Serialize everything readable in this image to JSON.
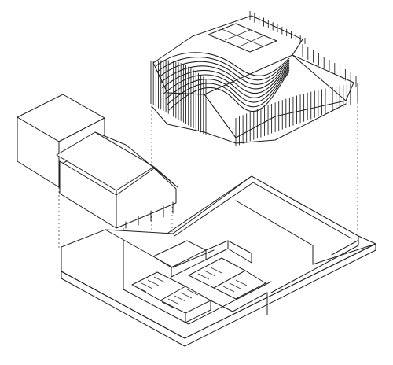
{
  "diagram": {
    "type": "exploded-axonometric",
    "line_color": "#222222",
    "background": "#ffffff",
    "components": [
      {
        "id": "slatted-roof-volume",
        "icon": "roof-shell"
      },
      {
        "id": "existing-block",
        "icon": "box-volume"
      },
      {
        "id": "gable-house",
        "icon": "pitched-roof-house"
      },
      {
        "id": "ground-floor-plan",
        "icon": "floor-plan"
      }
    ],
    "projection_lines": 5
  }
}
